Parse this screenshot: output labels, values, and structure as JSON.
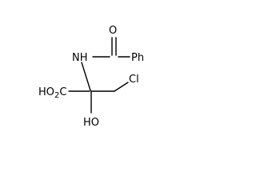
{
  "molecule": {
    "atoms": {
      "oxygen_carbonyl": "O",
      "amide_nh": "NH",
      "phenyl": "Ph",
      "carboxyl": "HO",
      "carboxyl_tail": "2",
      "carboxyl_c": "C",
      "chloromethyl": "Cl",
      "hydroxyl": "HO"
    },
    "colors": {
      "ink": "#000000",
      "background": "#ffffff"
    }
  }
}
